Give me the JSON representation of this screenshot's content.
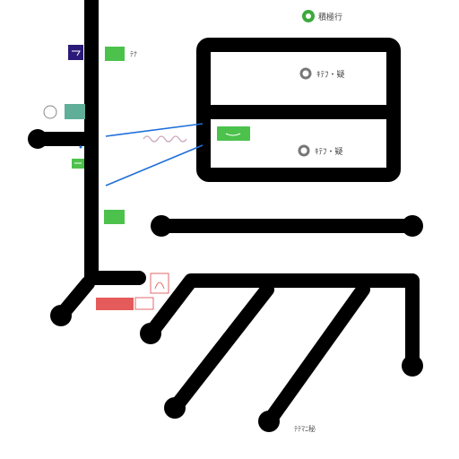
{
  "legend": {
    "label": "積極行"
  },
  "blocks": [
    {
      "label": "ｷﾃﾌ・疑"
    },
    {
      "label": "ｷﾃﾌ・疑"
    }
  ],
  "sidebar": {
    "top_label": "ﾃﾅ"
  },
  "bottom": {
    "label": "ﾃﾃﾏﾆ秘"
  },
  "colors": {
    "ink": "#000000",
    "accent_blue": "#1e6fd9",
    "accent_green": "#4cc24c",
    "accent_purple": "#2c1a7a",
    "accent_red": "#e55b5b"
  }
}
